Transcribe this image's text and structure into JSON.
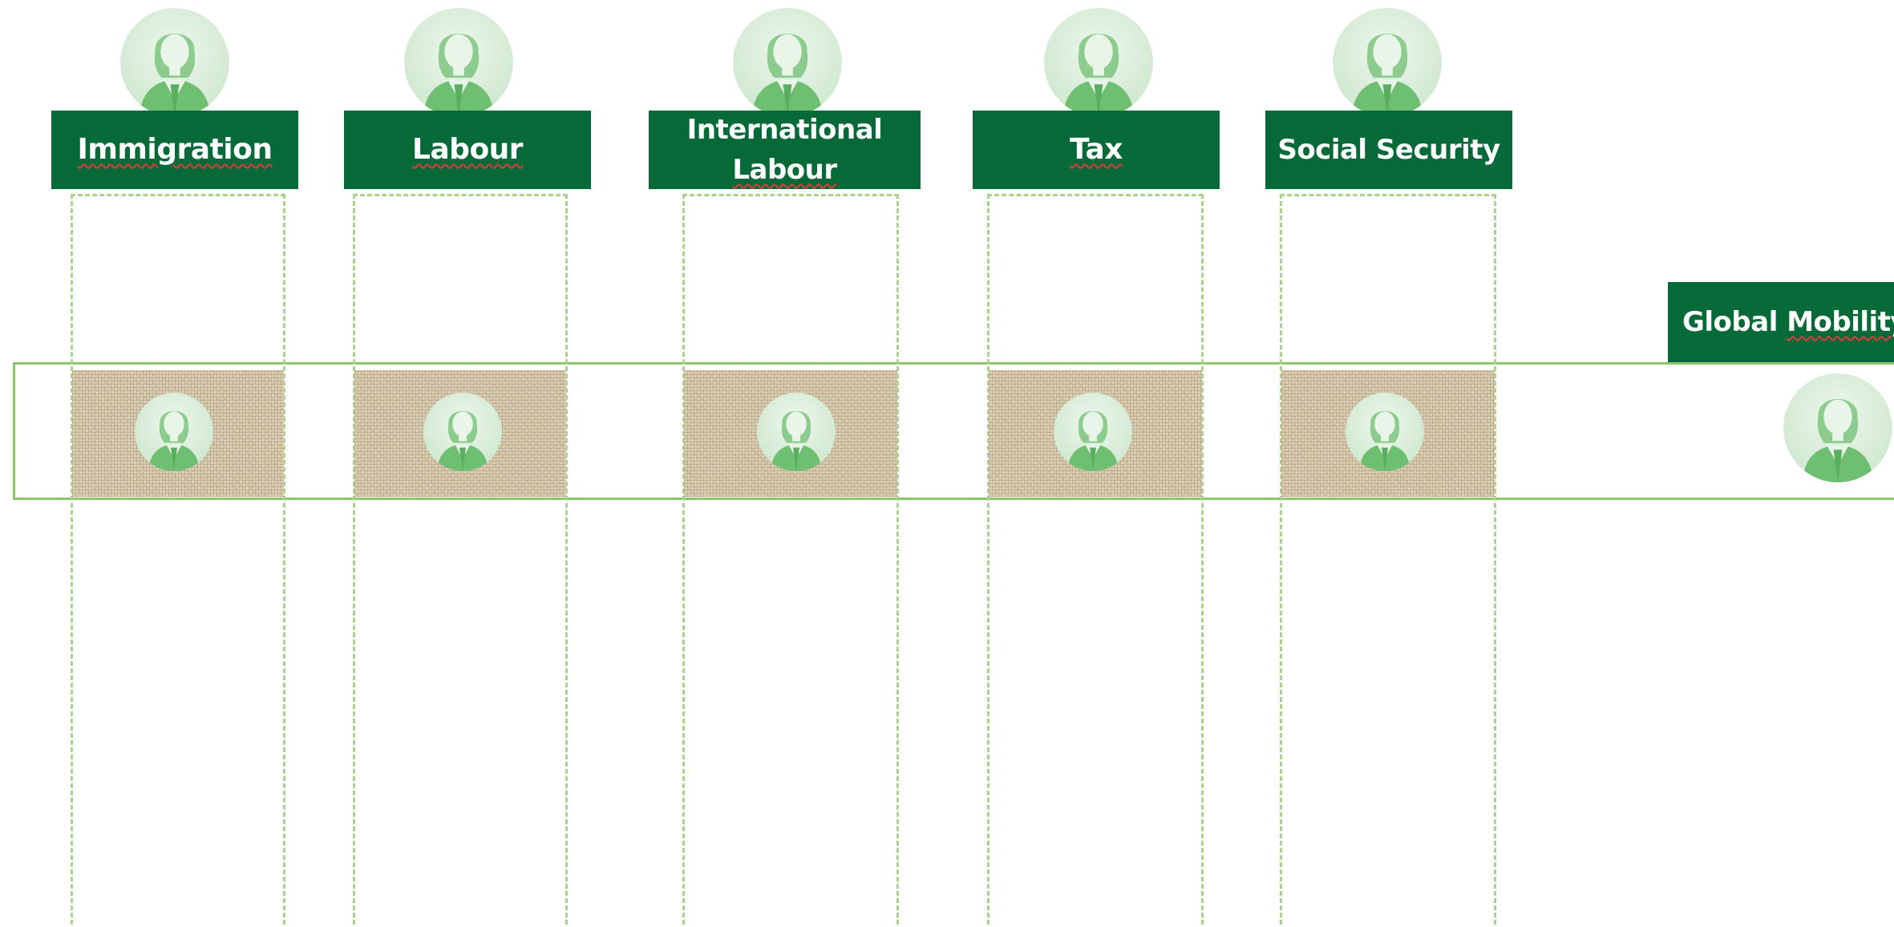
{
  "columns": [
    {
      "label": "Immigration",
      "squiggle": true
    },
    {
      "label": "Labour",
      "squiggle": true
    },
    {
      "label_line1": "International",
      "label_line2": "Labour",
      "squiggle_line2": true
    },
    {
      "label": "Tax",
      "squiggle": true
    },
    {
      "label": "Social Security",
      "squiggle": false
    }
  ],
  "global_mobility": {
    "label_part1": "Global ",
    "label_part2": "Mobility"
  },
  "colors": {
    "header_green": "#066a38",
    "lane_border": "#a8d38a",
    "band_border": "#8cc56a",
    "avatar_bg": "#d6ecd6",
    "avatar_figure": "#6fbf73",
    "burlap": "#d9cdb2"
  },
  "icons": {
    "person": "user-avatar-icon"
  }
}
